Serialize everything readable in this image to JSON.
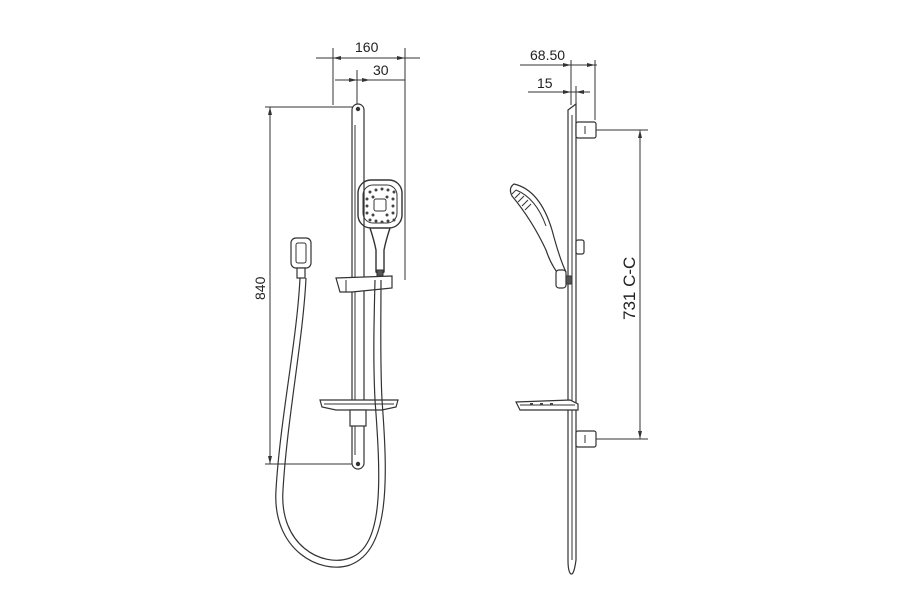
{
  "dimensions": {
    "front_width": "160",
    "front_offset": "30",
    "front_height": "840",
    "side_depth": "68.50",
    "side_offset": "15",
    "side_centers": "731 C-C"
  }
}
